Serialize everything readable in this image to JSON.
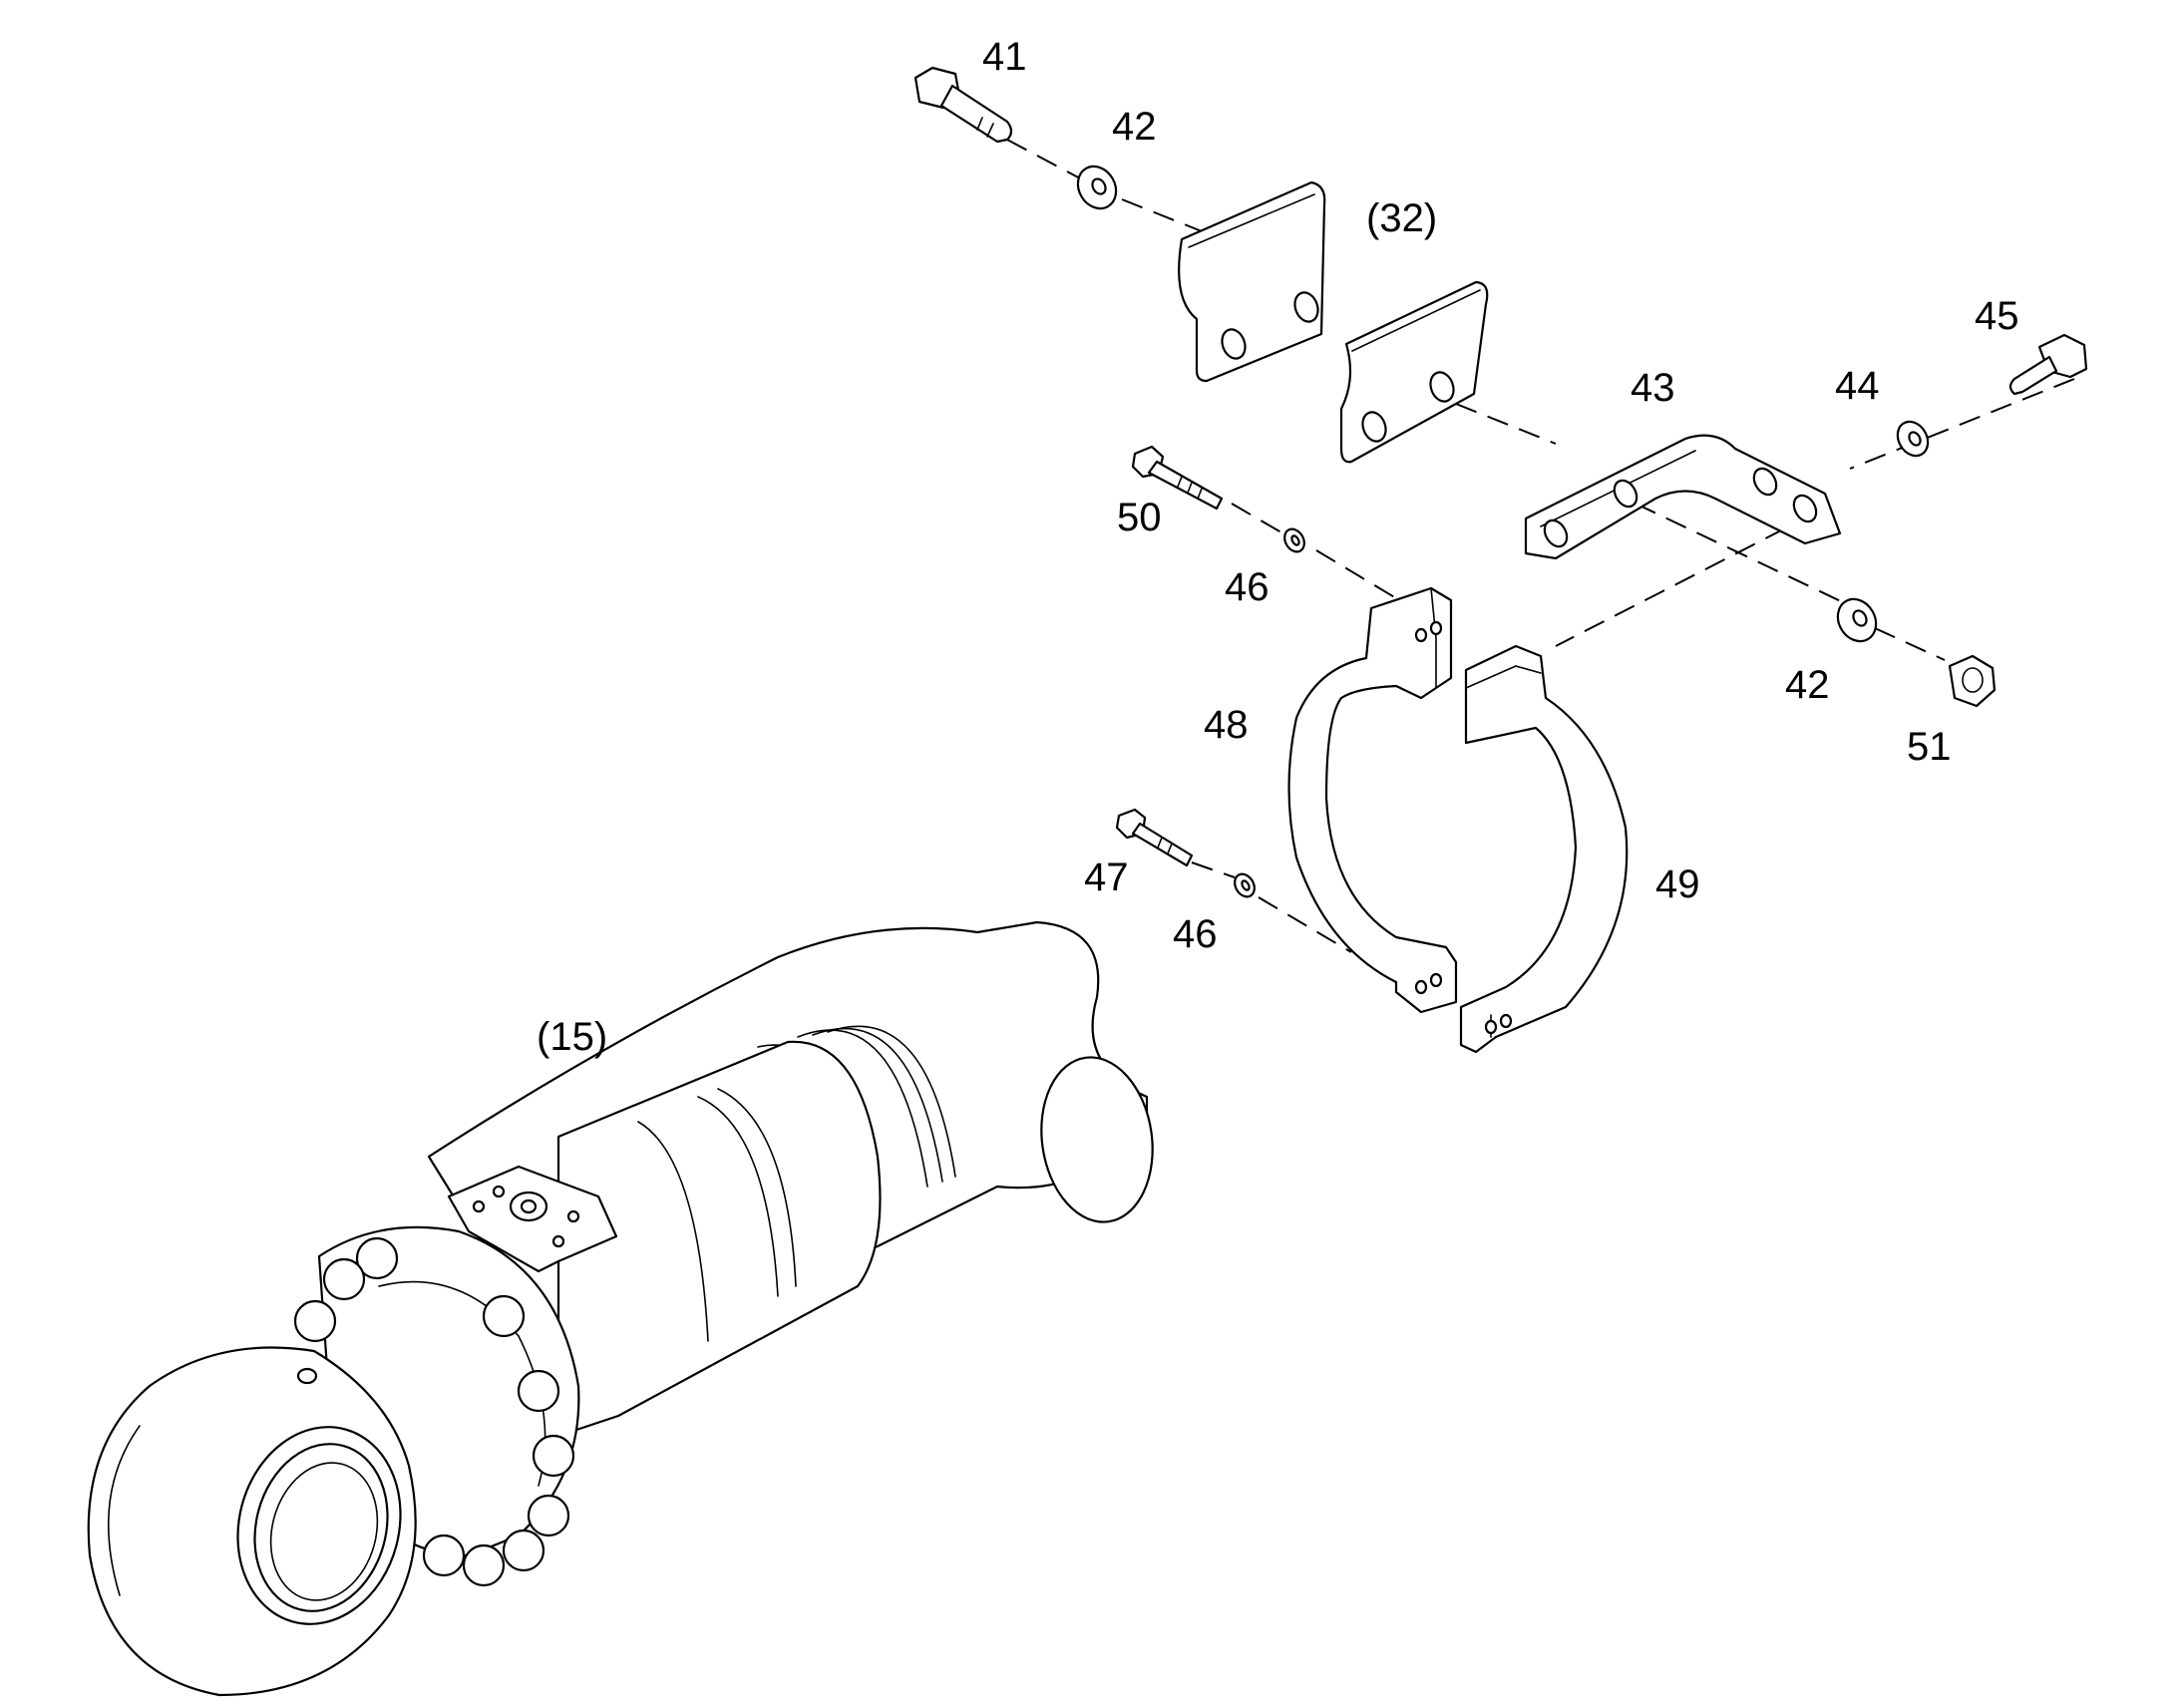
{
  "callouts": {
    "c41": "41",
    "c42_top": "42",
    "c32": "(32)",
    "c45": "45",
    "c43": "43",
    "c44": "44",
    "c50": "50",
    "c46_upper": "46",
    "c48": "48",
    "c42_lower": "42",
    "c51": "51",
    "c47": "47",
    "c46_lower": "46",
    "c49": "49",
    "c15": "(15)"
  },
  "colors": {
    "line": "#000000",
    "background": "#ffffff"
  }
}
